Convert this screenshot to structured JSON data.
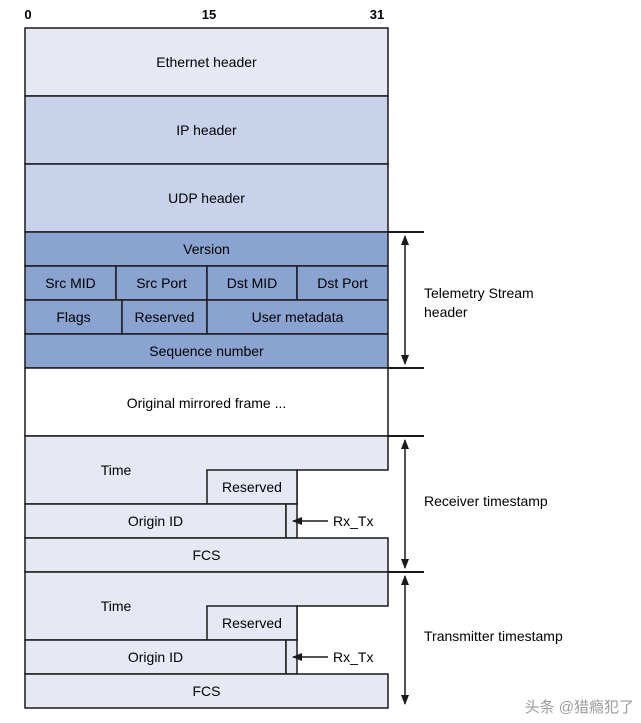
{
  "bit_scale": {
    "start": "0",
    "middle": "15",
    "end": "31"
  },
  "headers": {
    "ethernet": "Ethernet header",
    "ip": "IP header",
    "udp": "UDP header"
  },
  "telemetry": {
    "version": "Version",
    "src_mid": "Src MID",
    "src_port": "Src Port",
    "dst_mid": "Dst MID",
    "dst_port": "Dst Port",
    "flags": "Flags",
    "reserved": "Reserved",
    "user_metadata": "User metadata",
    "sequence_number": "Sequence number"
  },
  "mirrored_frame": "Original mirrored frame ...",
  "receiver": {
    "time": "Time",
    "reserved": "Reserved",
    "origin_id": "Origin ID",
    "rx_tx": "Rx_Tx",
    "fcs": "FCS"
  },
  "transmitter": {
    "time": "Time",
    "reserved": "Reserved",
    "origin_id": "Origin ID",
    "rx_tx": "Rx_Tx",
    "fcs": "FCS"
  },
  "annotations": {
    "telemetry_line1": "Telemetry Stream",
    "telemetry_line2": "header",
    "receiver_timestamp": "Receiver timestamp",
    "transmitter_timestamp": "Transmitter timestamp"
  },
  "watermark": "头条 @猎瘾犯了",
  "colors": {
    "light": "#e6e9f4",
    "medium": "#c8d2ea",
    "dark": "#8aa3d1",
    "stroke": "#1a1a1a"
  }
}
